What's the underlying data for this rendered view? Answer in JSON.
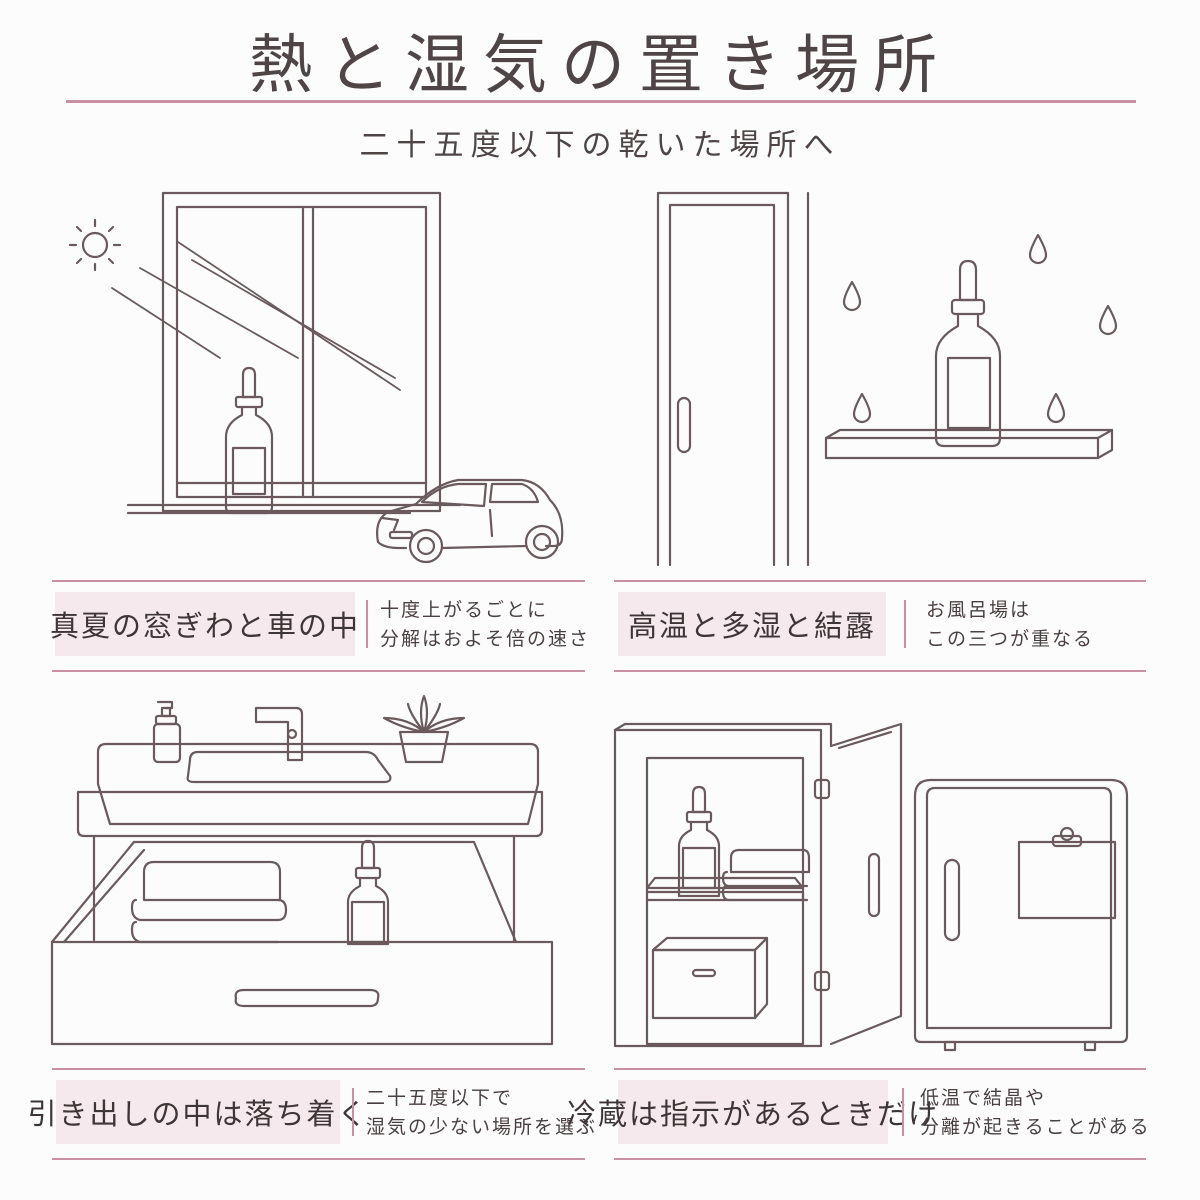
{
  "header": {
    "title": "熱と湿気の置き場所",
    "subtitle": "二十五度以下の乾いた場所へ"
  },
  "panels": [
    {
      "label": "真夏の窓ぎわと車の中",
      "note_lines": [
        "十度上がるごとに",
        "分解はおよそ倍の速さ"
      ]
    },
    {
      "label": "高温と多湿と結露",
      "note_lines": [
        "お風呂場は",
        "この三つが重なる"
      ]
    },
    {
      "label": "引き出しの中は落ち着く",
      "note_lines": [
        "二十五度以下で",
        "湿気の少ない場所を選ぶ"
      ]
    },
    {
      "label": "冷蔵は指示があるときだけ",
      "note_lines": [
        "低温で結晶や",
        "分離が起きることがある"
      ]
    }
  ],
  "colors": {
    "accent": "#c98fa3",
    "caption_bg": "#f6e9ed",
    "line": "#6b5a5d",
    "text": "#4a3f41"
  },
  "icons": [
    "sun-icon",
    "window-illustration",
    "car-illustration",
    "serum-bottle-icon",
    "door-illustration",
    "water-drop-icon",
    "shelf-illustration",
    "vanity-drawer-illustration",
    "pump-bottle-icon",
    "faucet-icon",
    "plant-icon",
    "towel-icon",
    "cabinet-illustration",
    "storage-box-icon",
    "refrigerator-illustration"
  ]
}
